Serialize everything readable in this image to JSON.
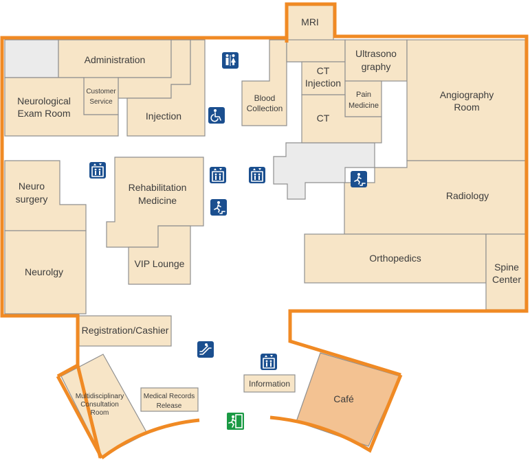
{
  "rooms": {
    "mri": "MRI",
    "administration": "Administration",
    "customer_service": [
      "Customer",
      "Service"
    ],
    "neurological_exam": [
      "Neurological",
      "Exam Room"
    ],
    "injection": "Injection",
    "blood_collection": [
      "Blood",
      "Collection"
    ],
    "ct_injection": [
      "CT",
      "Injection"
    ],
    "ultrasonography": [
      "Ultrasono",
      "graphy"
    ],
    "pain_medicine": [
      "Pain",
      "Medicine"
    ],
    "ct": "CT",
    "angiography": [
      "Angiography",
      "Room"
    ],
    "radiology": "Radiology",
    "neuro_surgery": [
      "Neuro",
      "surgery"
    ],
    "rehabilitation": [
      "Rehabilitation",
      "Medicine"
    ],
    "vip_lounge": "VIP Lounge",
    "orthopedics": "Orthopedics",
    "spine_center": [
      "Spine",
      "Center"
    ],
    "neurology": "Neurolgy",
    "registration": "Registration/Cashier",
    "multidisciplinary": [
      "Multidisciplinary",
      "Consultation",
      "Room"
    ],
    "medical_records": [
      "Medical Records",
      "Release"
    ],
    "information": "Information",
    "cafe": "Café"
  },
  "icons": {
    "restroom": "restroom-icon",
    "wheelchair": "wheelchair-icon",
    "elevator": "elevator-icon",
    "stairs": "stairs-icon",
    "escalator": "escalator-icon",
    "emergency_exit": "emergency-exit-icon"
  },
  "colors": {
    "wall": "#f08a24",
    "room": "#f7e5c7",
    "cafe": "#f3c292",
    "unused": "#ebebeb",
    "icon": "#1b4f8f",
    "exit": "#1a9a44"
  }
}
